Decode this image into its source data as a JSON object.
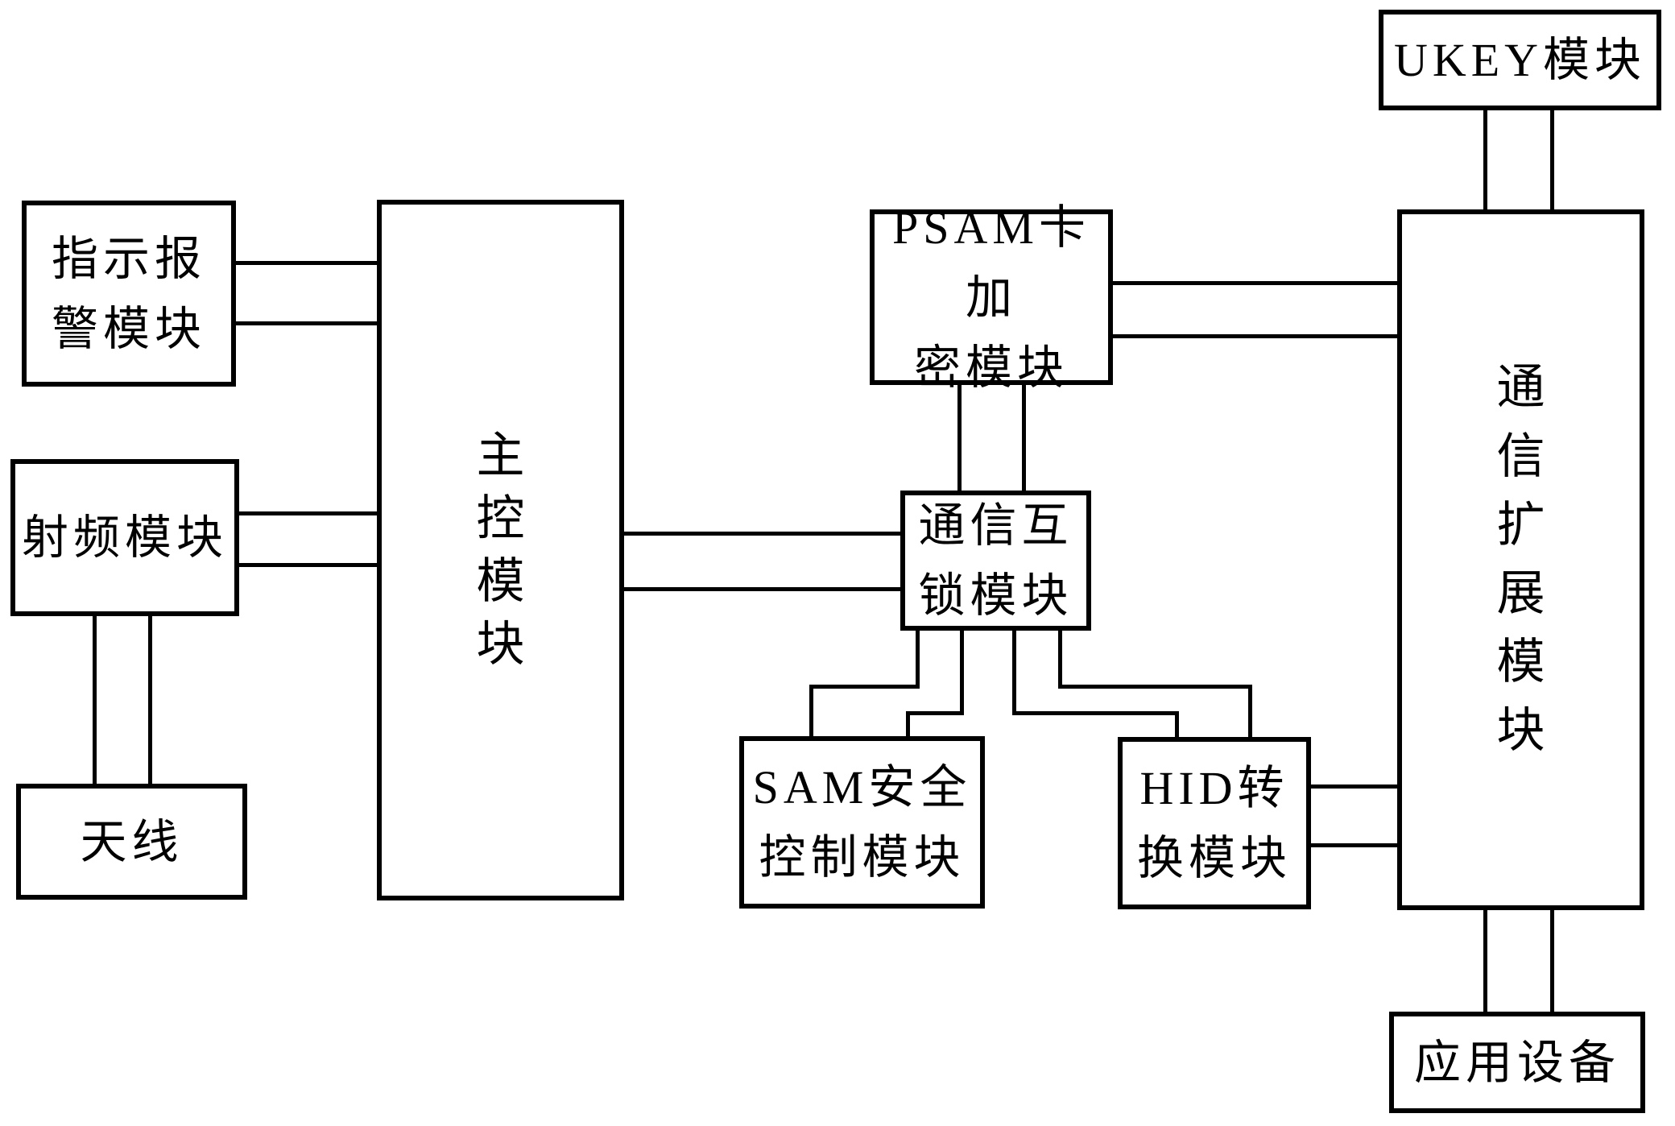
{
  "diagram": {
    "type": "block-diagram",
    "description_language": "zh",
    "colors": {
      "line": "#000000",
      "text": "#000000",
      "background": "#ffffff"
    },
    "boxes": {
      "indicator_alarm": {
        "label": "指示报\n警模块"
      },
      "rf_module": {
        "label": "射频模块"
      },
      "antenna": {
        "label": "天线"
      },
      "main_control": {
        "label": "主\n控\n模\n块"
      },
      "psam_encrypt": {
        "label": "PSAM卡加\n密模块"
      },
      "comm_interlock": {
        "label": "通信互\n锁模块"
      },
      "sam_security": {
        "label": "SAM安全\n控制模块"
      },
      "hid_convert": {
        "label": "HID转\n换模块"
      },
      "comm_expansion": {
        "label": "通\n信\n扩\n展\n模\n块"
      },
      "ukey_module": {
        "label": "UKEY模块"
      },
      "app_device": {
        "label": "应用设备"
      }
    },
    "connections": [
      "indicator_alarm - main_control",
      "rf_module - main_control",
      "rf_module - antenna",
      "main_control - comm_interlock",
      "psam_encrypt - comm_interlock",
      "psam_encrypt - comm_expansion",
      "comm_interlock - sam_security",
      "comm_interlock - hid_convert",
      "hid_convert - comm_expansion",
      "ukey_module - comm_expansion",
      "comm_expansion - app_device"
    ]
  }
}
